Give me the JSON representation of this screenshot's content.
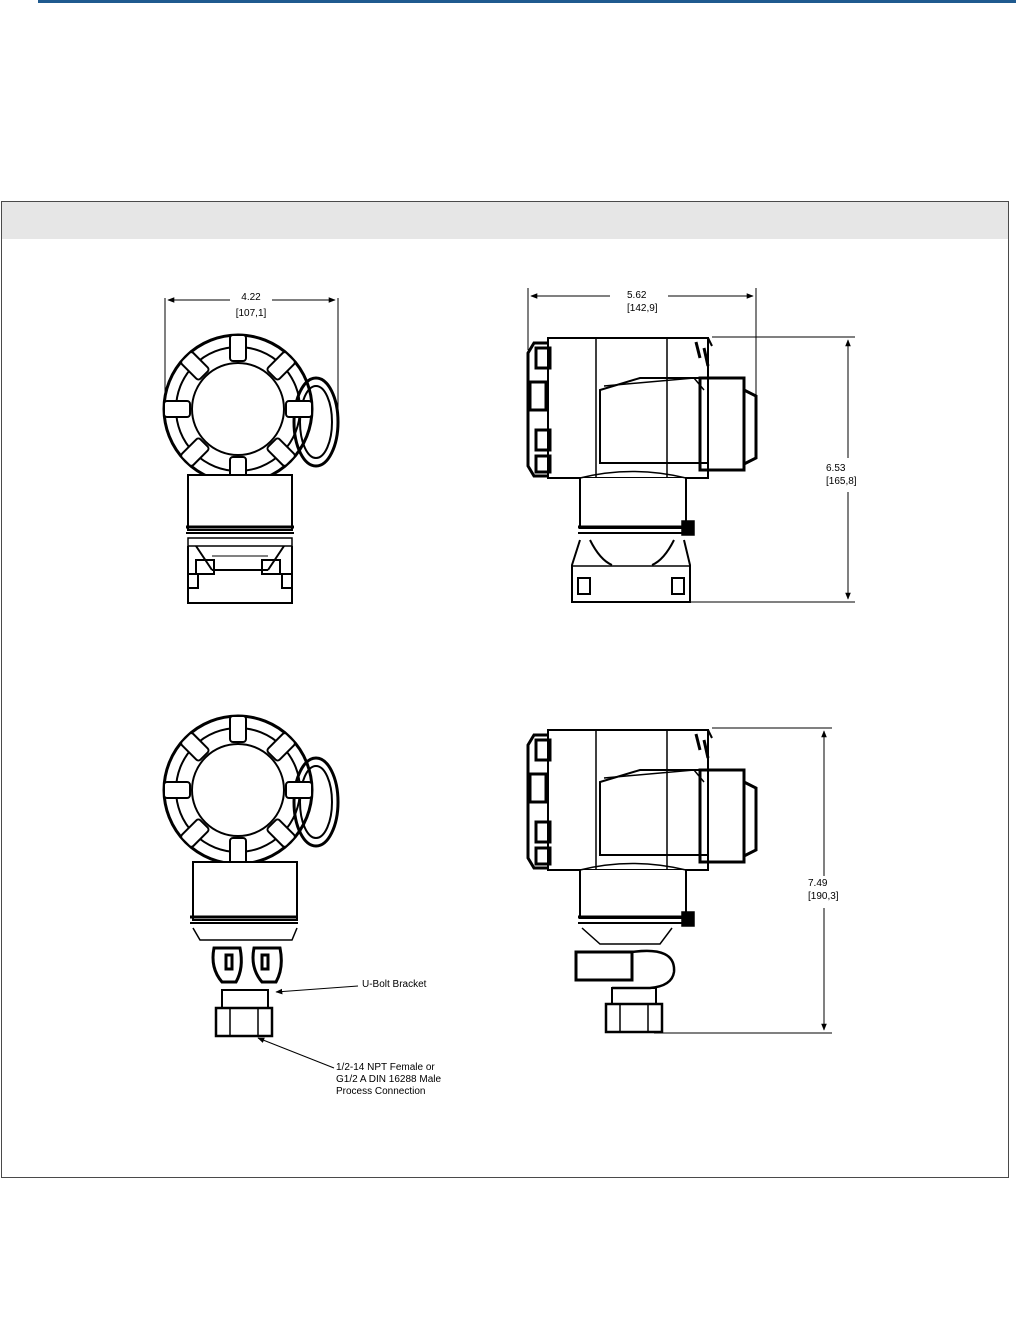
{
  "header": {
    "title": ""
  },
  "views": {
    "front_top": {
      "width_in": "4.22",
      "width_mm": "[107,1]"
    },
    "side_top": {
      "width_in": "5.62",
      "width_mm": "[142,9]",
      "height_in": "6.53",
      "height_mm": "[165,8]"
    },
    "front_bottom": {
      "callout_bracket": "U-Bolt Bracket",
      "callout_connection": [
        "1/2-14 NPT Female or",
        "G1/2 A DIN 16288 Male",
        "Process Connection"
      ]
    },
    "side_bottom": {
      "height_in": "7.49",
      "height_mm": "[190,3]"
    }
  },
  "colors": {
    "rule": "#1f5a8f",
    "header_band": "#e6e6e6",
    "frame": "#4a4a4a"
  }
}
